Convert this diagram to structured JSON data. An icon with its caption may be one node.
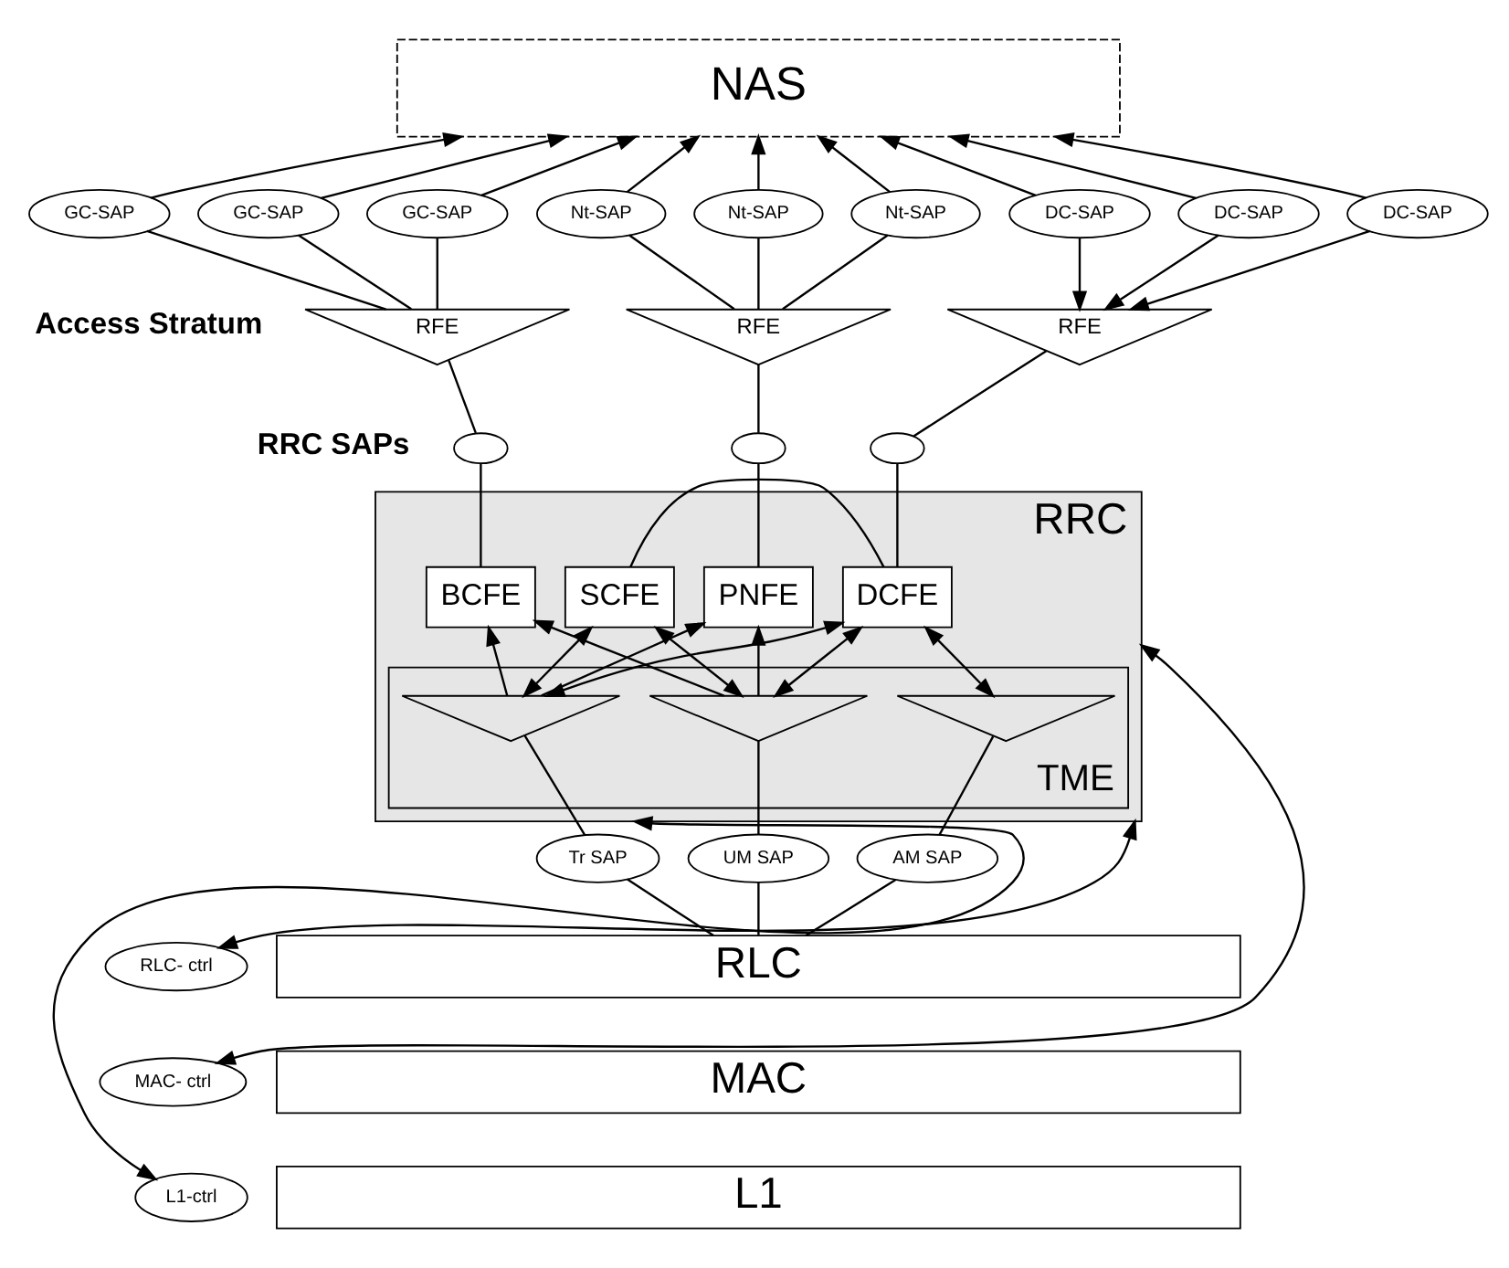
{
  "diagram": {
    "nodes": [
      {
        "text": [
          "NAS"
        ]
      },
      {
        "text": [
          "GC-SAP"
        ]
      },
      {
        "text": [
          "GC-SAP"
        ]
      },
      {
        "text": [
          "GC-SAP"
        ]
      },
      {
        "text": [
          "Nt-SAP"
        ]
      },
      {
        "text": [
          "Nt-SAP"
        ]
      },
      {
        "text": [
          "Nt-SAP"
        ]
      },
      {
        "text": [
          "DC-SAP"
        ]
      },
      {
        "text": [
          "DC-SAP"
        ]
      },
      {
        "text": [
          "DC-SAP"
        ]
      },
      {
        "text": [
          "RFE"
        ]
      },
      {
        "text": [
          "RFE"
        ]
      },
      {
        "text": [
          "RFE"
        ]
      },
      {
        "text": [],
        "shape": "ellipse"
      },
      {
        "text": [],
        "shape": "ellipse"
      },
      {
        "text": [],
        "shape": "ellipse"
      },
      {
        "text": [
          "RRC"
        ]
      },
      {
        "text": [
          "BCFE"
        ],
        "in": 16
      },
      {
        "text": [
          "PNFE"
        ],
        "in": 16
      },
      {
        "text": [
          "DCFE"
        ],
        "in": 16
      },
      {
        "text": [
          "SCFE"
        ],
        "in": 16
      },
      {
        "text": [
          "TME"
        ],
        "in": 16
      },
      {
        "text": [],
        "shape": "triangle",
        "in": 21
      },
      {
        "text": [],
        "shape": "triangle",
        "in": 21
      },
      {
        "text": [],
        "shape": "triangle",
        "in": 21
      },
      {
        "text": [
          "Tr SAP"
        ]
      },
      {
        "text": [
          "UM SAP"
        ]
      },
      {
        "text": [
          "AM SAP"
        ]
      },
      {
        "text": [
          "RLC"
        ]
      },
      {
        "text": [
          "MAC"
        ]
      },
      {
        "text": [
          "L1"
        ]
      },
      {
        "text": [
          "RLC- ctrl"
        ]
      },
      {
        "text": [
          "MAC- ctrl"
        ]
      },
      {
        "text": [
          "L1-ctrl"
        ]
      }
    ],
    "edges": [
      {
        "from": 1,
        "to": 0,
        "arrow": "to"
      },
      {
        "from": 2,
        "to": 0,
        "arrow": "to"
      },
      {
        "from": 3,
        "to": 0,
        "arrow": "to"
      },
      {
        "from": 4,
        "to": 0,
        "arrow": "to"
      },
      {
        "from": 5,
        "to": 0,
        "arrow": "to"
      },
      {
        "from": 6,
        "to": 0,
        "arrow": "to"
      },
      {
        "from": 7,
        "to": 0,
        "arrow": "to"
      },
      {
        "from": 8,
        "to": 0,
        "arrow": "to"
      },
      {
        "from": 9,
        "to": 0,
        "arrow": "to"
      },
      {
        "from": 1,
        "to": 10,
        "arrow": "none"
      },
      {
        "from": 2,
        "to": 10,
        "arrow": "none"
      },
      {
        "from": 3,
        "to": 10,
        "arrow": "none"
      },
      {
        "from": 4,
        "to": 11,
        "arrow": "none"
      },
      {
        "from": 5,
        "to": 11,
        "arrow": "none"
      },
      {
        "from": 6,
        "to": 11,
        "arrow": "none"
      },
      {
        "from": 7,
        "to": 12,
        "arrow": "to"
      },
      {
        "from": 8,
        "to": 12,
        "arrow": "to"
      },
      {
        "from": 9,
        "to": 12,
        "arrow": "to"
      },
      {
        "from": 10,
        "to": 13,
        "arrow": "none"
      },
      {
        "from": 11,
        "to": 14,
        "arrow": "none"
      },
      {
        "from": 12,
        "to": 15,
        "arrow": "none"
      },
      {
        "from": 13,
        "to": 17,
        "arrow": "none"
      },
      {
        "from": 14,
        "to": 18,
        "arrow": "none"
      },
      {
        "from": 15,
        "to": 19,
        "arrow": "none"
      },
      {
        "from": 19,
        "to": 20,
        "arrow": "none"
      },
      {
        "from": 22,
        "to": 17,
        "arrow": "to"
      },
      {
        "from": 22,
        "to": 18,
        "arrow": "to"
      },
      {
        "from": 23,
        "to": 17,
        "arrow": "to"
      },
      {
        "from": 23,
        "to": 18,
        "arrow": "to"
      },
      {
        "from": 19,
        "to": 22,
        "arrow": "both"
      },
      {
        "from": 19,
        "to": 23,
        "arrow": "both"
      },
      {
        "from": 20,
        "to": 22,
        "arrow": "both"
      },
      {
        "from": 20,
        "to": 23,
        "arrow": "both"
      },
      {
        "from": 19,
        "to": 24,
        "arrow": "both"
      },
      {
        "from": 22,
        "to": 25,
        "arrow": "none"
      },
      {
        "from": 23,
        "to": 26,
        "arrow": "none"
      },
      {
        "from": 24,
        "to": 27,
        "arrow": "none"
      },
      {
        "from": 25,
        "to": 28,
        "arrow": "none"
      },
      {
        "from": 26,
        "to": 28,
        "arrow": "none"
      },
      {
        "from": 27,
        "to": 28,
        "arrow": "none"
      },
      {
        "from": 31,
        "to": 16,
        "arrow": "both"
      },
      {
        "from": 32,
        "to": 16,
        "arrow": "both"
      },
      {
        "from": 33,
        "to": 16,
        "arrow": "both"
      }
    ],
    "labels": [
      "Access Stratum",
      "RRC SAPs"
    ]
  }
}
